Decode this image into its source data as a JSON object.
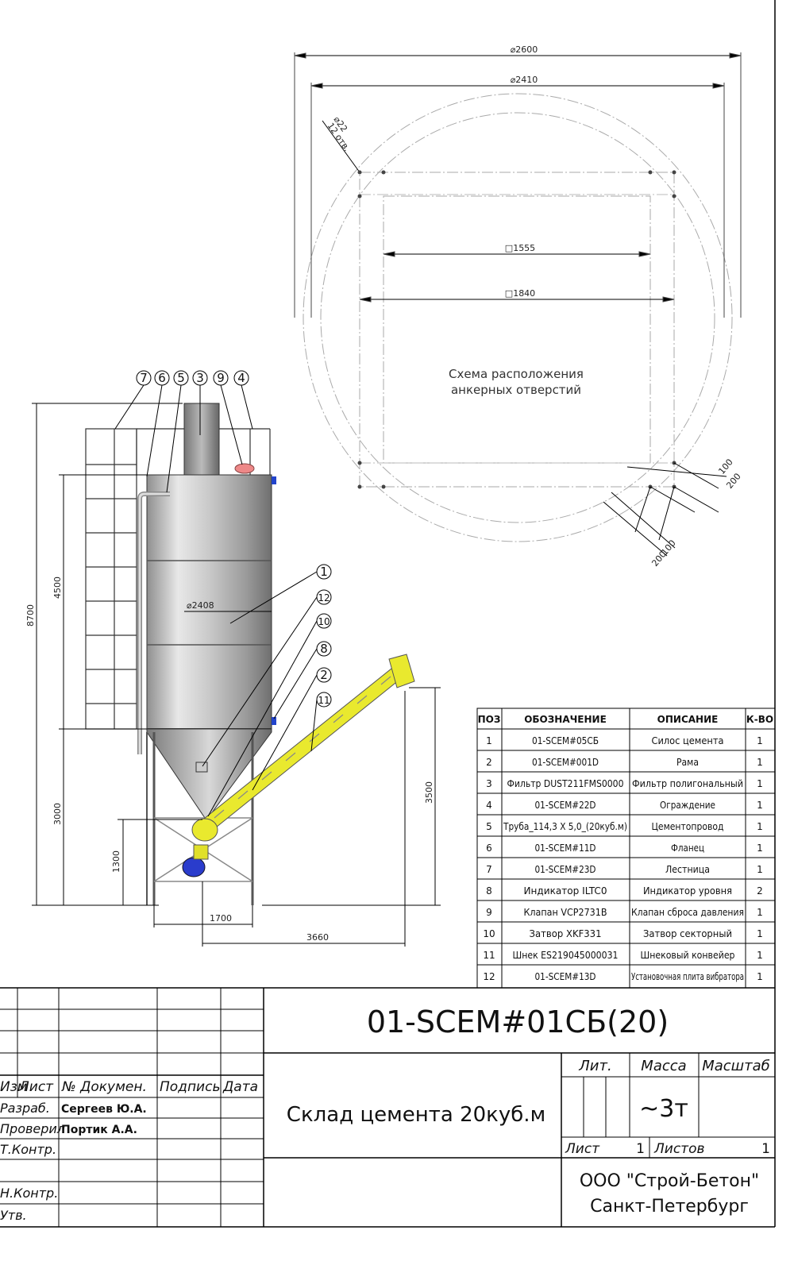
{
  "plan": {
    "dim_outer": "⌀2600",
    "dim_inner": "⌀2410",
    "dim_holes": "⌀22",
    "holes_count": "12 отв.",
    "sq_inner": "□1555",
    "sq_outer": "□1840",
    "caption_line1": "Схема расположения",
    "caption_line2": "анкерных отверстий",
    "d100a": "100",
    "d200a": "200",
    "d100b": "100",
    "d200b": "200"
  },
  "elevation": {
    "dim_total": "8700",
    "dim_body": "4500",
    "dim_leg": "3000",
    "dim_low": "1300",
    "dim_diam": "⌀2408",
    "dim_screw_h": "3500",
    "dim_base": "1700",
    "dim_reach": "3660",
    "balloons_top": [
      "7",
      "6",
      "5",
      "3",
      "9",
      "4"
    ],
    "balloons_side": [
      "1",
      "12",
      "10",
      "8",
      "2",
      "11"
    ]
  },
  "bom": {
    "headers": [
      "ПОЗ",
      "ОБОЗНАЧЕНИЕ",
      "ОПИСАНИЕ",
      "К-ВО"
    ],
    "rows": [
      [
        "1",
        "01-SCEM#05СБ",
        "Силос цемента",
        "1"
      ],
      [
        "2",
        "01-SCEM#001D",
        "Рама",
        "1"
      ],
      [
        "3",
        "Фильтр DUST211FMS0000",
        "Фильтр полигональный",
        "1"
      ],
      [
        "4",
        "01-SCEM#22D",
        "Ограждение",
        "1"
      ],
      [
        "5",
        "Труба_114,3 X 5,0_(20куб.м)",
        "Цементопровод",
        "1"
      ],
      [
        "6",
        "01-SCEM#11D",
        "Фланец",
        "1"
      ],
      [
        "7",
        "01-SCEM#23D",
        "Лестница",
        "1"
      ],
      [
        "8",
        "Индикатор ILTC0",
        "Индикатор уровня",
        "2"
      ],
      [
        "9",
        "Клапан VCP2731B",
        "Клапан сброса давления",
        "1"
      ],
      [
        "10",
        "Затвор XKF331",
        "Затвор секторный",
        "1"
      ],
      [
        "11",
        "Шнек ES219045000031",
        "Шнековый конвейер",
        "1"
      ],
      [
        "12",
        "01-SCEM#13D",
        "Установочная плита вибратора",
        "1"
      ]
    ]
  },
  "title_block": {
    "designation": "01-SCEM#01СБ(20)",
    "name": "Склад цемента 20куб.м",
    "lit_label": "Лит.",
    "mass_label": "Масса",
    "scale_label": "Масштаб",
    "mass_value": "~3т",
    "sheet_label": "Лист",
    "sheet_value": "1",
    "sheets_label": "Листов",
    "sheets_value": "1",
    "company_line1": "ООО \"Строй-Бетон\"",
    "company_line2": "Санкт-Петербург",
    "col_izm": "Изм",
    "col_list": "Лист",
    "col_doc": "№ Докумен.",
    "col_sign": "Подпись",
    "col_date": "Дата",
    "role_dev": "Разраб.",
    "role_check": "Проверил",
    "role_tcontr": "Т.Контр.",
    "role_ncontr": "Н.Контр.",
    "role_approve": "Утв.",
    "name_dev": "Сергеев Ю.А.",
    "name_check": "Портик А.А.",
    "company_color": "#d40000"
  }
}
